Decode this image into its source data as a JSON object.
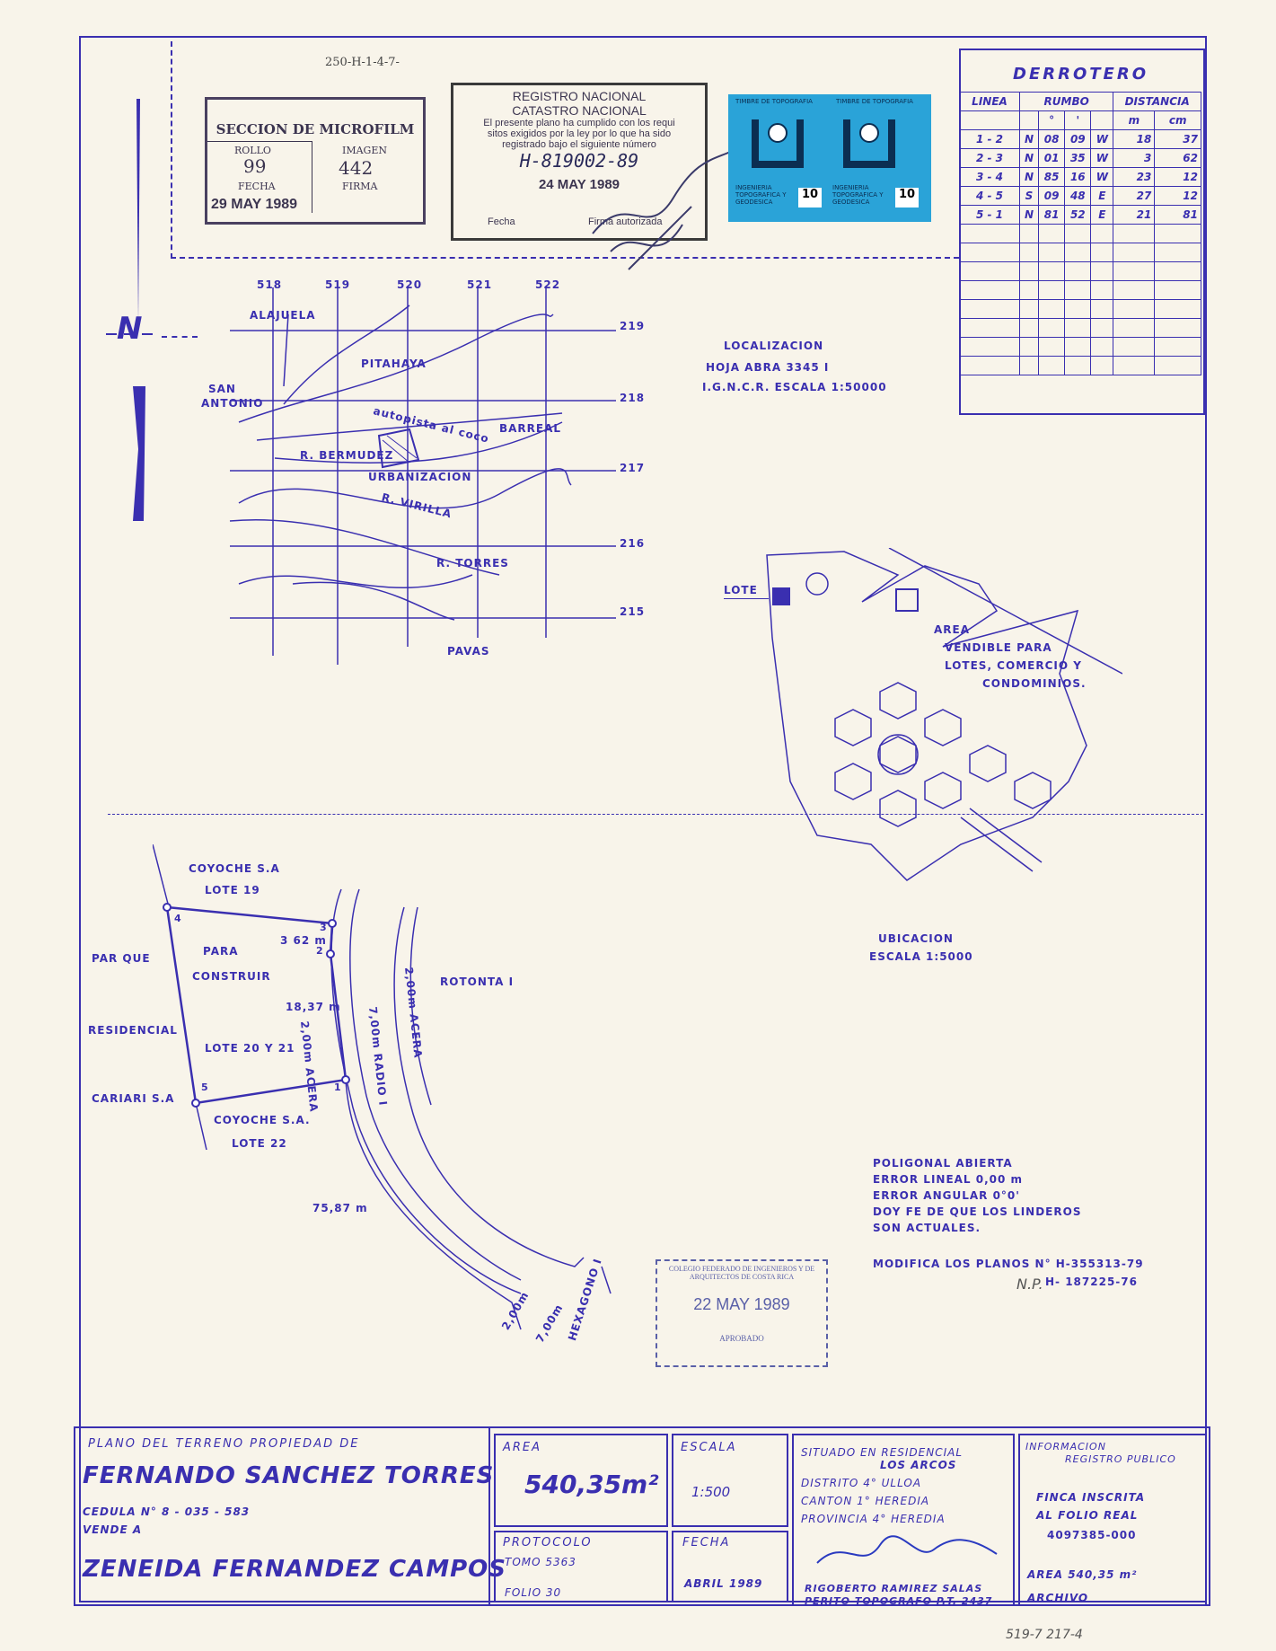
{
  "ref_code": "250-H-1-4-7-",
  "microfilm": {
    "title": "SECCION DE MICROFILM",
    "rollo_label": "ROLLO",
    "rollo": "99",
    "imagen_label": "IMAGEN",
    "imagen": "442",
    "fecha_label": "FECHA",
    "fecha": "29 MAY 1989",
    "firma_label": "FIRMA"
  },
  "registro": {
    "title1": "REGISTRO NACIONAL",
    "title2": "CATASTRO NACIONAL",
    "text1": "El presente plano ha cumplido con los requi",
    "text2": "sitos exigidos por la ley por lo que ha sido",
    "text3": "registrado bajo el siguiente número",
    "number": "H-819002-89",
    "date": "24 MAY 1989",
    "fecha_label": "Fecha",
    "firma_label": "Firma autorizada"
  },
  "timbre": {
    "label": "TIMBRE DE TOPOGRAFIA",
    "value": "10",
    "org": "INGENIERIA TOPOGRAFICA Y GEODESICA"
  },
  "derrotero": {
    "title": "DERROTERO",
    "headers": [
      "LINEA",
      "RUMBO",
      "DISTANCIA"
    ],
    "sub_headers": [
      "°",
      "'",
      "m",
      "cm"
    ],
    "rows": [
      [
        "1 - 2",
        "N",
        "08",
        "09",
        "W",
        "18",
        "37"
      ],
      [
        "2 - 3",
        "N",
        "01",
        "35",
        "W",
        "3",
        "62"
      ],
      [
        "3 - 4",
        "N",
        "85",
        "16",
        "W",
        "23",
        "12"
      ],
      [
        "4 - 5",
        "S",
        "09",
        "48",
        "E",
        "27",
        "12"
      ],
      [
        "5 - 1",
        "N",
        "81",
        "52",
        "E",
        "21",
        "81"
      ]
    ]
  },
  "north": "N",
  "loc_map": {
    "x_ticks": [
      "518",
      "519",
      "520",
      "521",
      "522"
    ],
    "y_ticks": [
      "219",
      "218",
      "217",
      "216",
      "215"
    ],
    "labels": [
      "ALAJUELA",
      "PITAHAYA",
      "SAN",
      "ANTONIO",
      "BARREAL",
      "R. BERMUDEZ",
      "autopista al coco",
      "URBANIZACION",
      "R. VIRILLA",
      "R. TORRES",
      "PAVAS"
    ]
  },
  "localizacion": {
    "title": "LOCALIZACION",
    "line1": "HOJA ABRA 3345 I",
    "line2": "I.G.N.C.R. ESCALA 1:50000"
  },
  "ubic_map": {
    "lote": "LOTE",
    "area1": "AREA",
    "area2": "VENDIBLE PARA",
    "area3": "LOTES, COMERCIO Y",
    "area4": "CONDOMINIOS."
  },
  "ubicacion": {
    "title": "UBICACION",
    "scale": "ESCALA 1:5000"
  },
  "plot": {
    "coyoche_top1": "COYOCHE S.A",
    "coyoche_top2": "LOTE 19",
    "parque": "PAR QUE",
    "residencial": "RESIDENCIAL",
    "cariari": "CARIARI S.A",
    "para": "PARA",
    "construir": "CONSTRUIR",
    "lote": "LOTE 20 Y 21",
    "coyoche_bot1": "COYOCHE S.A.",
    "coyoche_bot2": "LOTE 22",
    "d1": "3 62 m",
    "d2": "18,37 m",
    "d3": "75,87 m",
    "acera1": "2,00m ACERA",
    "radio": "7,00m RADIO I",
    "acera2": "2,00m ACERA",
    "rotonda": "ROTONTA I",
    "hexagono": "HEXAGONO I",
    "w1": "2,00m",
    "w2": "7,00m",
    "v1": "1",
    "v2": "2",
    "v3": "3",
    "v4": "4",
    "v5": "5"
  },
  "notes": {
    "l1": "POLIGONAL ABIERTA",
    "l2": "ERROR LINEAL 0,00 m",
    "l3": "ERROR ANGULAR 0°0'",
    "l4": "DOY FE DE QUE LOS LINDEROS",
    "l5": "SON ACTUALES.",
    "mod": "MODIFICA LOS PLANOS N° H-355313-79",
    "np": "N.P.",
    "np2": "H- 187225-76"
  },
  "colegio": {
    "line1": "COLEGIO FEDERADO DE INGENIEROS Y DE",
    "line2": "ARQUITECTOS DE COSTA RICA",
    "date": "22 MAY 1989",
    "footer": "APROBADO"
  },
  "title_block": {
    "plano": "PLANO DEL TERRENO PROPIEDAD DE",
    "owner": "FERNANDO SANCHEZ TORRES",
    "cedula": "CEDULA N° 8 - 035 - 583",
    "vende": "VENDE A",
    "buyer": "ZENEIDA FERNANDEZ CAMPOS",
    "area_label": "AREA",
    "area": "540,35m²",
    "escala_label": "ESCALA",
    "escala": "1:500",
    "protocolo_label": "PROTOCOLO",
    "tomo": "TOMO 5363",
    "folio": "FOLIO 30",
    "fecha_label": "FECHA",
    "fecha": "ABRIL 1989",
    "situado": "SITUADO EN RESIDENCIAL",
    "situado2": "LOS ARCOS",
    "distrito": "DISTRITO 4° ULLOA",
    "canton": "CANTON 1° HEREDIA",
    "provincia": "PROVINCIA 4° HEREDIA",
    "surveyor": "RIGOBERTO RAMIREZ SALAS",
    "surveyor_title": "PERITO TOPOGRAFO P.T. 2437",
    "info_label": "INFORMACION",
    "info2": "REGISTRO PUBLICO",
    "finca1": "FINCA INSCRITA",
    "finca2": "AL FOLIO REAL",
    "finca3": "4097385-000",
    "area_r": "AREA 540,35 m²",
    "archivo": "ARCHIVO"
  },
  "footer_note": "519-7 217-4"
}
